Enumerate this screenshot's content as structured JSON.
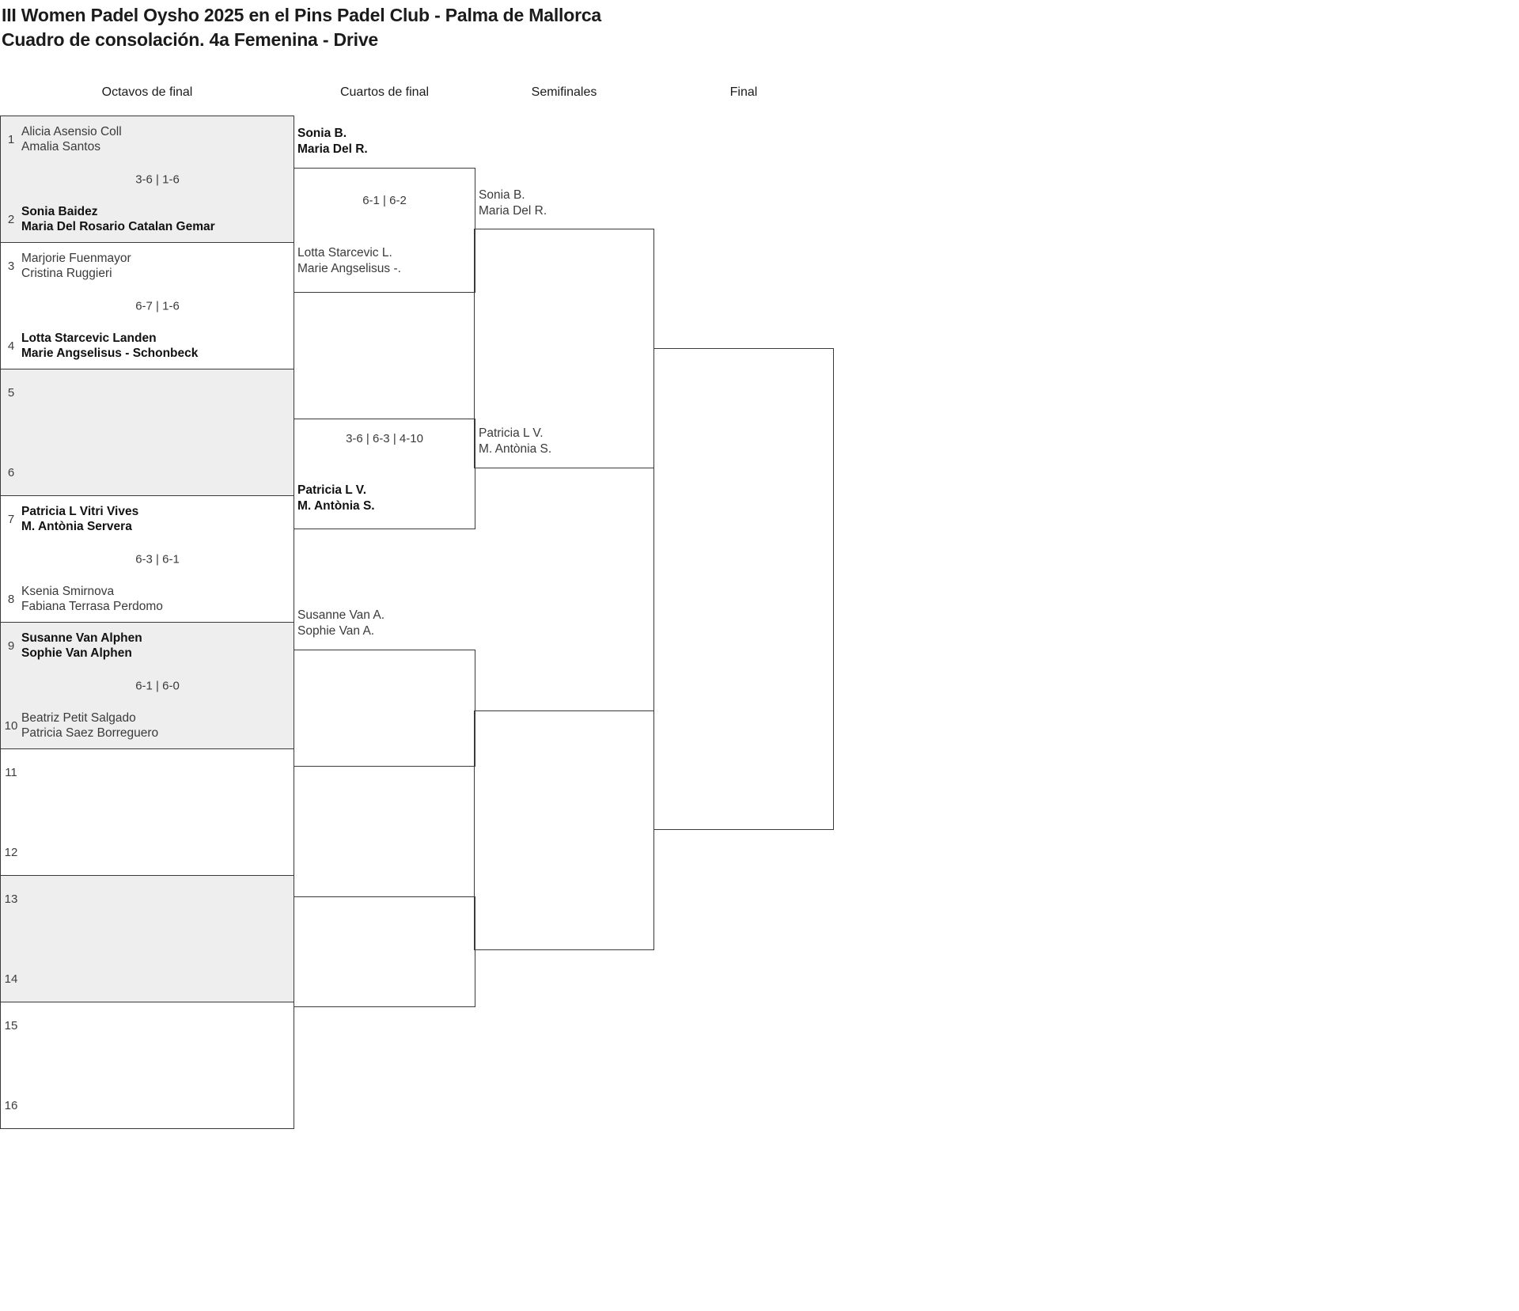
{
  "header": {
    "title_line1": "III Women Padel Oysho 2025 en el Pins Padel Club - Palma de Mallorca",
    "title_line2": "Cuadro de consolación. 4a Femenina - Drive"
  },
  "rounds": [
    {
      "key": "r16",
      "label": "Octavos de final"
    },
    {
      "key": "qf",
      "label": "Cuartos de final"
    },
    {
      "key": "sf",
      "label": "Semifinales"
    },
    {
      "key": "f",
      "label": "Final"
    }
  ],
  "round_of_16": {
    "matches": [
      {
        "shaded": true,
        "score": "3-6 | 1-6",
        "top": {
          "seed": "1",
          "p1": "Alicia Asensio Coll",
          "p2": "Amalia Santos",
          "winner": false
        },
        "bottom": {
          "seed": "2",
          "p1": "Sonia Baidez",
          "p2": "Maria Del Rosario Catalan Gemar",
          "winner": true
        }
      },
      {
        "shaded": false,
        "score": "6-7 | 1-6",
        "top": {
          "seed": "3",
          "p1": "Marjorie Fuenmayor",
          "p2": "Cristina Ruggieri",
          "winner": false
        },
        "bottom": {
          "seed": "4",
          "p1": "Lotta Starcevic Landen",
          "p2": "Marie Angselisus - Schonbeck",
          "winner": true
        }
      },
      {
        "shaded": true,
        "score": "",
        "top": {
          "seed": "5",
          "p1": "",
          "p2": "",
          "winner": false
        },
        "bottom": {
          "seed": "6",
          "p1": "",
          "p2": "",
          "winner": false
        }
      },
      {
        "shaded": false,
        "score": "6-3 | 6-1",
        "top": {
          "seed": "7",
          "p1": "Patricia L Vitri Vives",
          "p2": "M. Antònia Servera",
          "winner": true
        },
        "bottom": {
          "seed": "8",
          "p1": "Ksenia Smirnova",
          "p2": "Fabiana Terrasa Perdomo",
          "winner": false
        }
      },
      {
        "shaded": true,
        "score": "6-1 | 6-0",
        "top": {
          "seed": "9",
          "p1": "Susanne Van Alphen",
          "p2": "Sophie Van Alphen",
          "winner": true
        },
        "bottom": {
          "seed": "10",
          "p1": "Beatriz Petit Salgado",
          "p2": "Patricia Saez Borreguero",
          "winner": false
        }
      },
      {
        "shaded": false,
        "score": "",
        "top": {
          "seed": "11",
          "p1": "",
          "p2": "",
          "winner": false
        },
        "bottom": {
          "seed": "12",
          "p1": "",
          "p2": "",
          "winner": false
        }
      },
      {
        "shaded": true,
        "score": "",
        "top": {
          "seed": "13",
          "p1": "",
          "p2": "",
          "winner": false
        },
        "bottom": {
          "seed": "14",
          "p1": "",
          "p2": "",
          "winner": false
        }
      },
      {
        "shaded": false,
        "score": "",
        "top": {
          "seed": "15",
          "p1": "",
          "p2": "",
          "winner": false
        },
        "bottom": {
          "seed": "16",
          "p1": "",
          "p2": "",
          "winner": false
        }
      }
    ]
  },
  "quarterfinals": {
    "matches": [
      {
        "score": "6-1 | 6-2",
        "top": {
          "p1": "Sonia B.",
          "p2": "Maria Del R.",
          "winner": true
        },
        "bottom": {
          "p1": "Lotta Starcevic L.",
          "p2": "Marie Angselisus -.",
          "winner": false
        }
      },
      {
        "score": "3-6 | 6-3 | 4-10",
        "top": {
          "p1": "",
          "p2": "",
          "winner": false
        },
        "bottom": {
          "p1": "Patricia L V.",
          "p2": "M. Antònia S.",
          "winner": true
        }
      },
      {
        "score": "",
        "top": {
          "p1": "Susanne Van A.",
          "p2": "Sophie Van A.",
          "winner": false
        },
        "bottom": {
          "p1": "",
          "p2": "",
          "winner": false
        }
      },
      {
        "score": "",
        "top": {
          "p1": "",
          "p2": "",
          "winner": false
        },
        "bottom": {
          "p1": "",
          "p2": "",
          "winner": false
        }
      }
    ]
  },
  "semifinals": {
    "matches": [
      {
        "score": "",
        "top": {
          "p1": "Sonia B.",
          "p2": "Maria Del R.",
          "winner": false
        },
        "bottom": {
          "p1": "Patricia L V.",
          "p2": "M. Antònia S.",
          "winner": false
        }
      },
      {
        "score": "",
        "top": {
          "p1": "",
          "p2": "",
          "winner": false
        },
        "bottom": {
          "p1": "",
          "p2": "",
          "winner": false
        }
      }
    ]
  },
  "final": {
    "matches": [
      {
        "score": "",
        "top": {
          "p1": "",
          "p2": "",
          "winner": false
        },
        "bottom": {
          "p1": "",
          "p2": "",
          "winner": false
        }
      }
    ]
  },
  "colors": {
    "shaded_row": "#eeeeee",
    "line": "#3a3a3a",
    "text": "#3a3a3a",
    "text_strong": "#111111",
    "background": "#ffffff"
  }
}
